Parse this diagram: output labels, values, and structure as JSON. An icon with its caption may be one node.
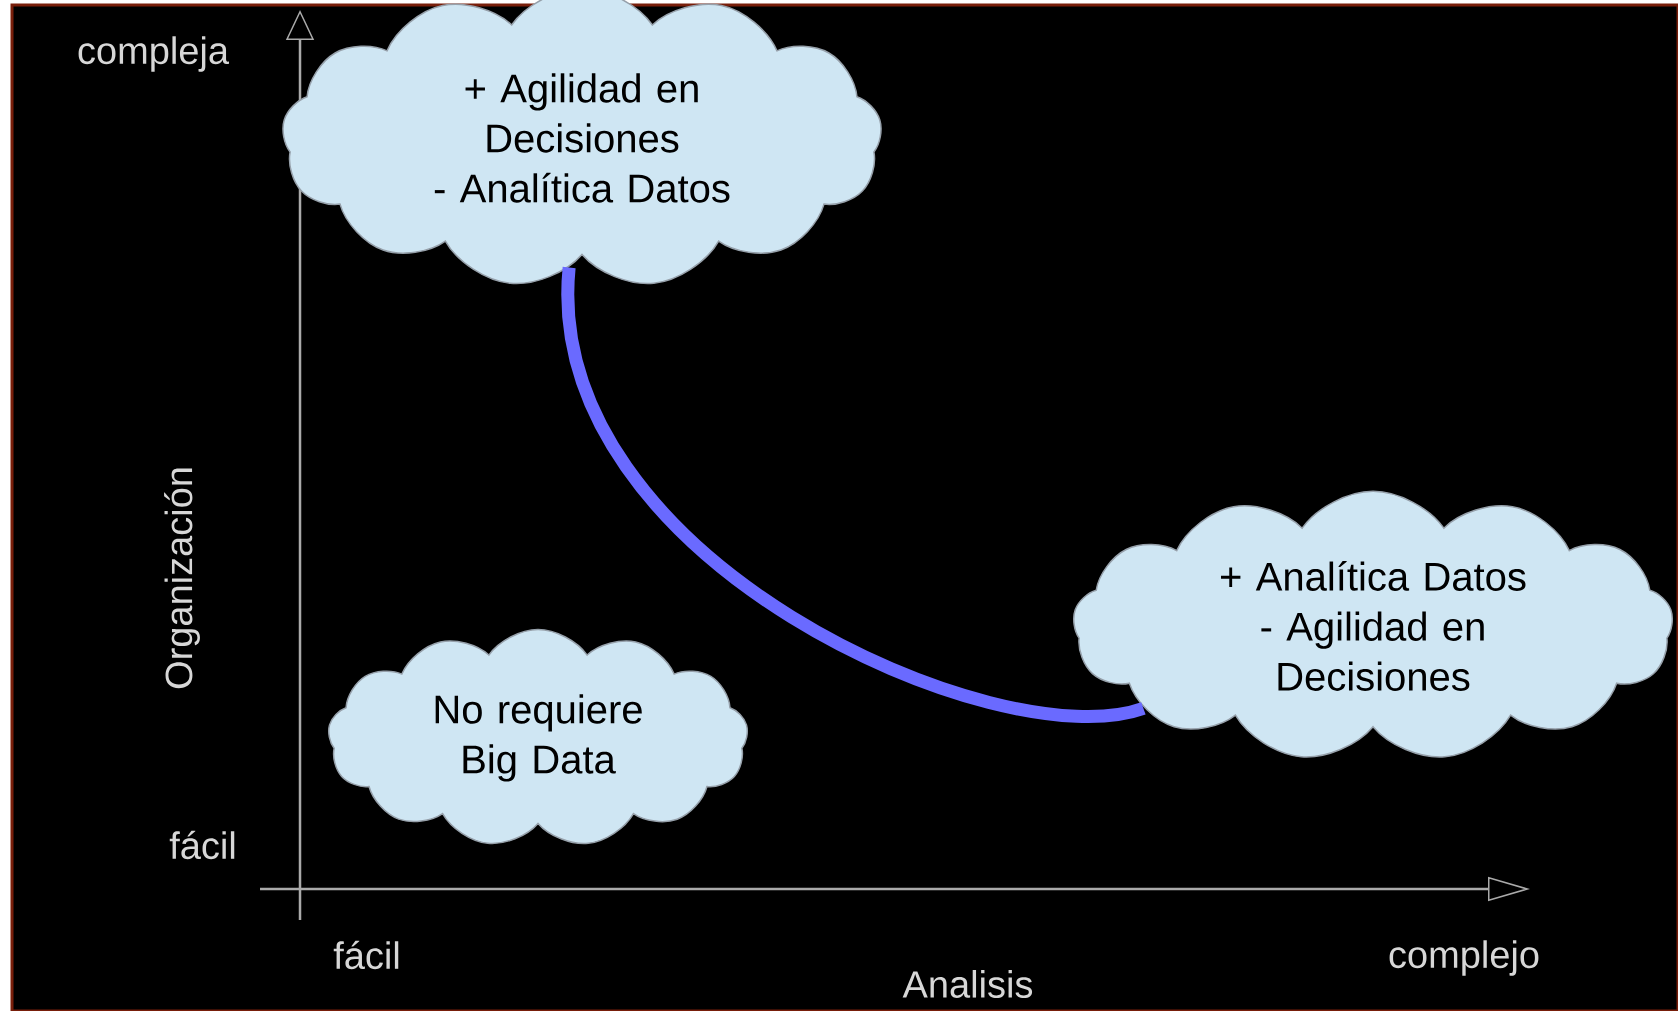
{
  "diagram": {
    "nodes": [
      {
        "text": [
          "+ Agilidad en Decisiones",
          "- Analítica Datos"
        ]
      },
      {
        "text": [
          "+ Analítica Datos",
          "- Agilidad en Decisiones"
        ]
      },
      {
        "text": [
          "No requiere Big Data"
        ]
      }
    ],
    "edges": [
      {
        "from": 0,
        "to": 1,
        "arrow": "none",
        "color": "#6a6aff"
      }
    ],
    "labels": [
      "compleja",
      "Organización",
      "fácil",
      "fácil",
      "complejo",
      "Analisis"
    ]
  }
}
